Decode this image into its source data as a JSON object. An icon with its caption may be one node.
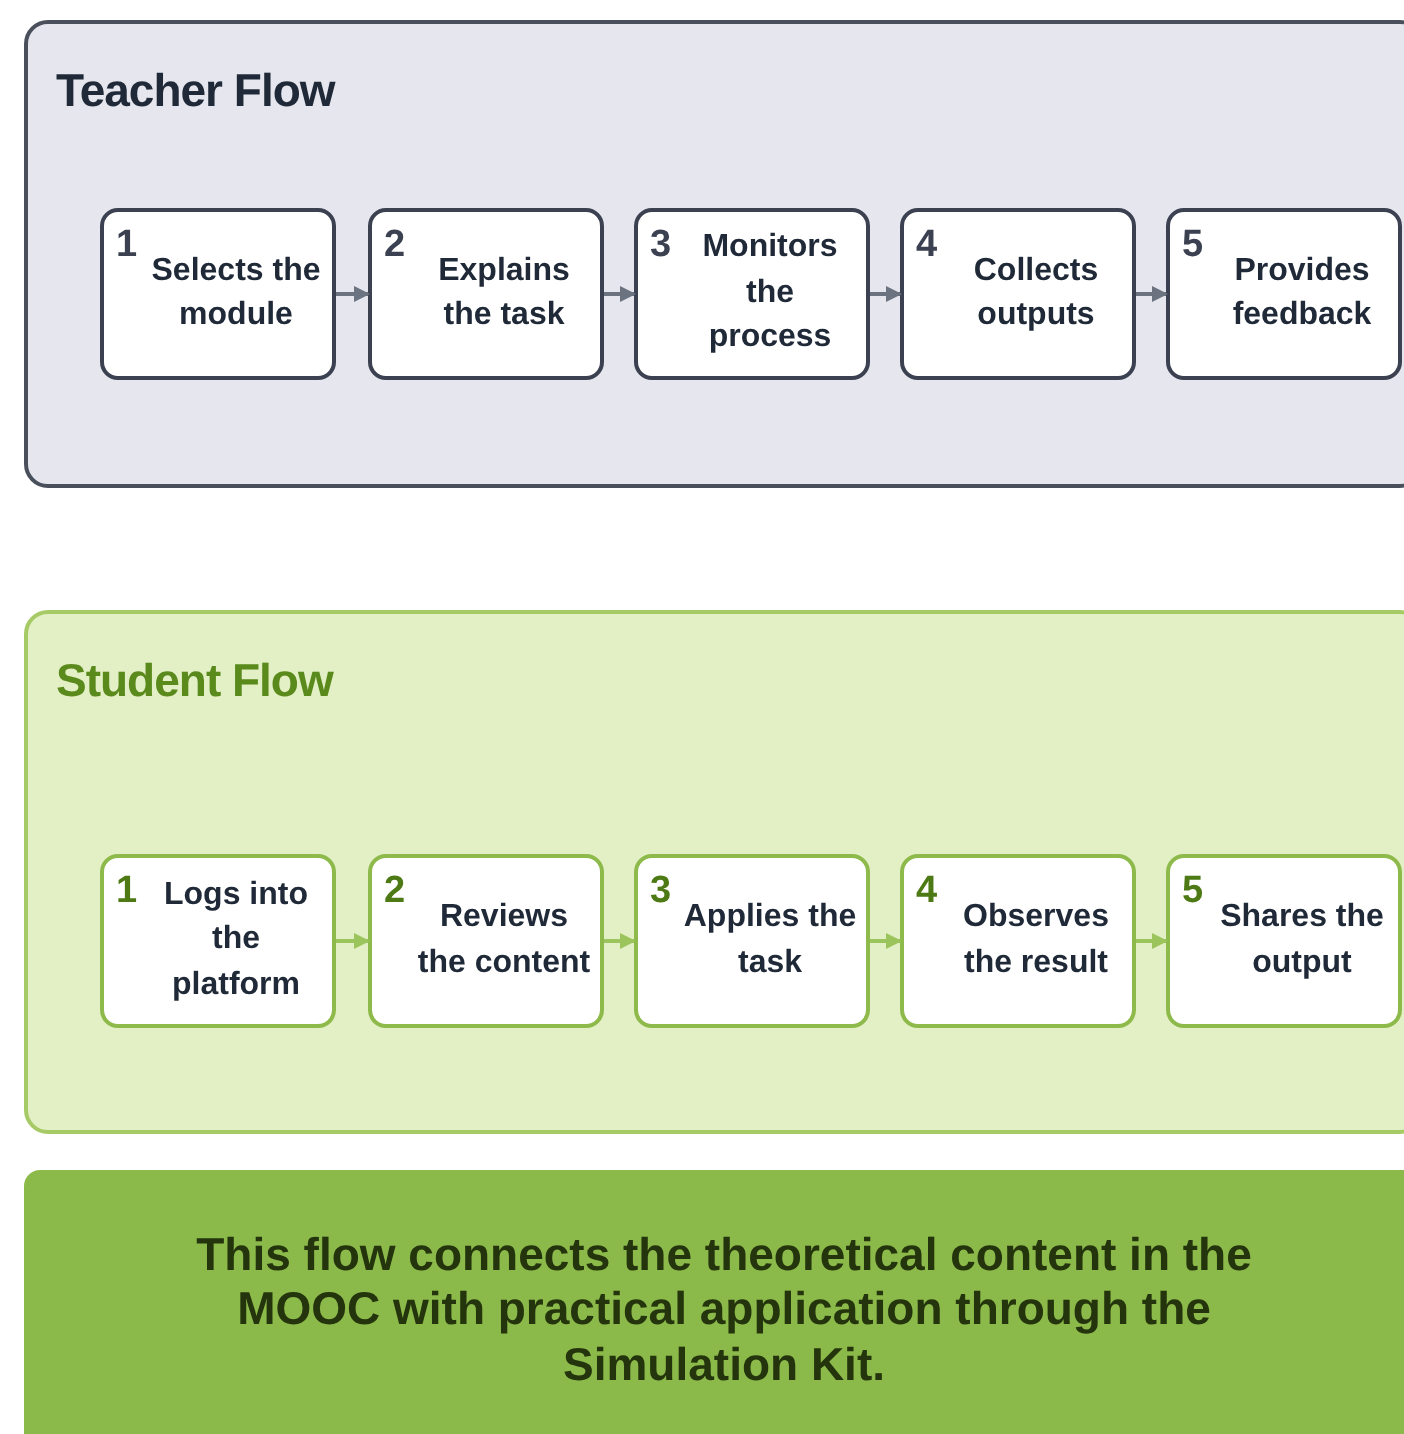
{
  "diagram": {
    "nodes": [
      {
        "text": [
          "Teacher Flow"
        ]
      },
      {
        "text": [
          "1",
          "Selects the module"
        ],
        "in": 0
      },
      {
        "text": [
          "2",
          "Explains the task"
        ],
        "in": 0
      },
      {
        "text": [
          "3",
          "Monitors the process"
        ],
        "in": 0
      },
      {
        "text": [
          "4",
          "Collects outputs"
        ],
        "in": 0
      },
      {
        "text": [
          "5",
          "Provides feedback"
        ],
        "in": 0
      },
      {
        "text": [
          "Student Flow"
        ]
      },
      {
        "text": [
          "1",
          "Logs into the platform"
        ],
        "in": 6
      },
      {
        "text": [
          "2",
          "Reviews the content"
        ],
        "in": 6
      },
      {
        "text": [
          "3",
          "Applies the task"
        ],
        "in": 6
      },
      {
        "text": [
          "4",
          "Observes the result"
        ],
        "in": 6
      },
      {
        "text": [
          "5",
          "Shares the output"
        ],
        "in": 6
      },
      {
        "text": [
          "This flow connects the theoretical content in the MOOC with practical application through the Simulation Kit."
        ]
      }
    ],
    "edges": [
      {
        "from": 1,
        "to": 2,
        "arrow": "to"
      },
      {
        "from": 2,
        "to": 3,
        "arrow": "to"
      },
      {
        "from": 3,
        "to": 4,
        "arrow": "to"
      },
      {
        "from": 4,
        "to": 5,
        "arrow": "to"
      },
      {
        "from": 7,
        "to": 8,
        "arrow": "to"
      },
      {
        "from": 8,
        "to": 9,
        "arrow": "to"
      },
      {
        "from": 9,
        "to": 10,
        "arrow": "to"
      },
      {
        "from": 10,
        "to": 11,
        "arrow": "to"
      }
    ]
  }
}
